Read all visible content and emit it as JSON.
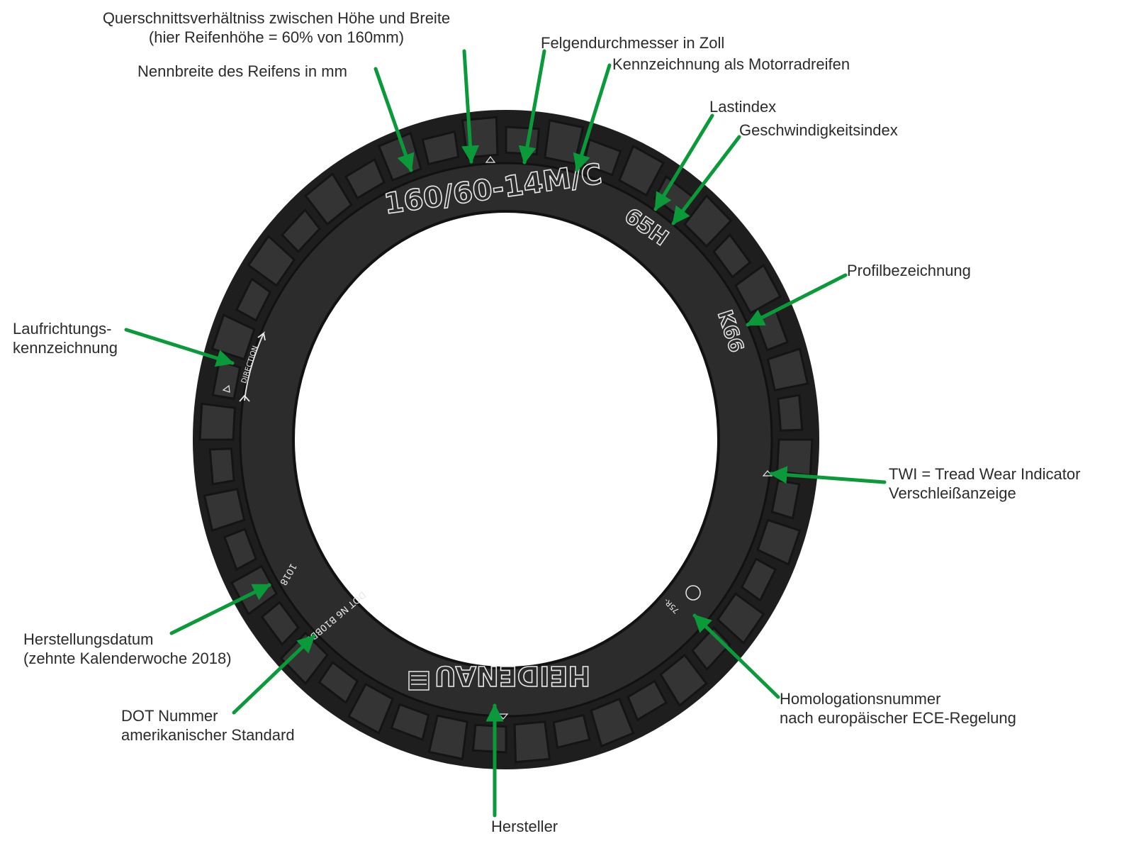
{
  "colors": {
    "arrow": "#0a9a3a",
    "tire": "#262626",
    "tire_dark": "#151515",
    "marking": "#e8e8e8",
    "text": "#2b2b2b"
  },
  "tire": {
    "size_marking": "160/60-14M/C",
    "load_speed_marking": "65H",
    "profile_marking": "K66",
    "brand_marking": "HEIDENAU",
    "direction_marking": "DIRECTION",
    "date_marking": "1018",
    "dot_marking": "DOT N6 B10BB1P",
    "ece_marking": "75R-"
  },
  "labels": {
    "querschnitt_1": "Querschnittsverhältniss zwischen Höhe und Breite",
    "querschnitt_2": "(hier Reifenhöhe = 60% von 160mm)",
    "felge": "Felgendurchmesser in Zoll",
    "nennbreite": "Nennbreite des Reifens in mm",
    "motorrad": "Kennzeichnung als Motorradreifen",
    "lastindex": "Lastindex",
    "speed": "Geschwindigkeitsindex",
    "profil": "Profilbezeichnung",
    "lauf_1": "Laufrichtungs-",
    "lauf_2": "kennzeichnung",
    "twi_1": "TWI = Tread Wear Indicator",
    "twi_2": "Verschleißanzeige",
    "herst_datum_1": "Herstellungsdatum",
    "herst_datum_2": "(zehnte Kalenderwoche 2018)",
    "dot_1": "DOT Nummer",
    "dot_2": "amerikanischer Standard",
    "homolog_1": "Homologationsnummer",
    "homolog_2": "nach europäischer ECE-Regelung",
    "hersteller": "Hersteller"
  }
}
